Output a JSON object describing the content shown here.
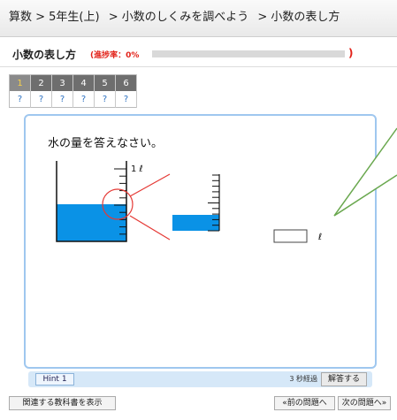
{
  "breadcrumb": {
    "subject": "算数 > 5年生(上)",
    "chapter": "> 小数のしくみを調べよう",
    "section": "> 小数の表し方"
  },
  "progress": {
    "title": "小数の表し方",
    "label": "(進捗率：0%",
    "percent": 0,
    "end": ")"
  },
  "question_nav": {
    "numbers": [
      "1",
      "2",
      "3",
      "4",
      "5",
      "6"
    ],
    "marks": [
      "?",
      "?",
      "?",
      "?",
      "?",
      "?"
    ],
    "active_index": 0
  },
  "question": {
    "text": "水の量を答えなさい。",
    "scale_label": "1 ℓ",
    "unit": "ℓ",
    "answer_value": ""
  },
  "footer": {
    "hint_label": "Hint 1",
    "elapsed": "3 秒経過",
    "answer_label": "解答する"
  },
  "bottom": {
    "textbook_label": "関連する教科書を表示",
    "prev_label": "«前の問題へ",
    "next_label": "次の問題へ»"
  },
  "colors": {
    "water": "#0a92e6",
    "accent_red": "#e2231a",
    "panel_border": "#9fc7ef",
    "pointer_green": "#6aa84f"
  }
}
